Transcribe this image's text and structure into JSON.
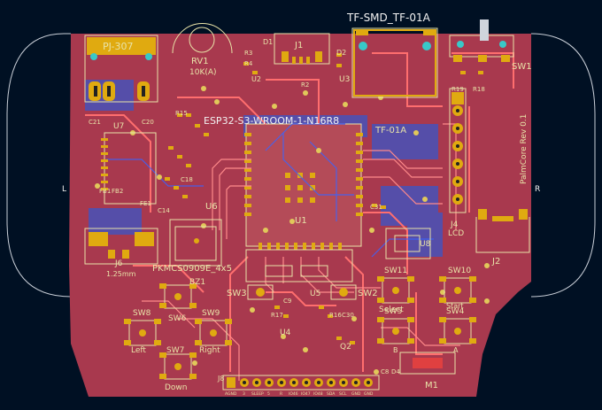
{
  "board": {
    "name": "PalmCore Rev 0.1",
    "mcu": "ESP32-S3-WROOM-1-N16R8",
    "sd": "TF-SMD_TF-01A",
    "sd_short": "TF-01A",
    "display_header": "LCD",
    "jack": "PJ-307",
    "pot": "RV1",
    "pot_value": "10K(A)",
    "regulator": "PKMCS0909E_4x5",
    "battery_size": "1.25mm",
    "left_mark": "L",
    "right_mark": "R"
  },
  "refs": {
    "u1": "U1",
    "u2": "U2",
    "u3": "U3",
    "u4": "U4",
    "u5": "U5",
    "u6": "U6",
    "u7": "U7",
    "u8": "U8",
    "j1": "J1",
    "j2": "J2",
    "j4": "J4",
    "j6": "J6",
    "j8": "J8",
    "sw1": "SW1",
    "sw2": "SW2",
    "sw3": "SW3",
    "sw4": "SW4",
    "sw5": "SW5",
    "sw6": "SW6",
    "sw7": "SW7",
    "sw8": "SW8",
    "sw9": "SW9",
    "sw10": "SW10",
    "sw11": "SW11",
    "bz1": "BZ1",
    "m1": "M1",
    "q2": "Q2",
    "d1": "D1",
    "d2": "D2",
    "d4": "D4",
    "r2": "R2",
    "r3": "R3",
    "r4": "R4",
    "r15": "R15",
    "r16": "R16",
    "r17": "R17",
    "r18": "R18",
    "r19": "R19",
    "c8": "C8",
    "c9": "C9",
    "c14": "C14",
    "c18": "C18",
    "c20": "C20",
    "c21": "C21",
    "c30": "C30",
    "c31": "C31",
    "fb1": "FB1",
    "fb2": "FB2",
    "fe1": "FE1"
  },
  "buttons": {
    "left": "Left",
    "right": "Right",
    "down": "Down",
    "select": "Select",
    "start": "Start",
    "b": "B",
    "a": "A"
  },
  "header_pins": [
    "AGND",
    "3",
    "SLEEP",
    "5",
    "R",
    "IO46",
    "IO47",
    "IO48",
    "SDA",
    "SCL",
    "GND",
    "GND"
  ]
}
